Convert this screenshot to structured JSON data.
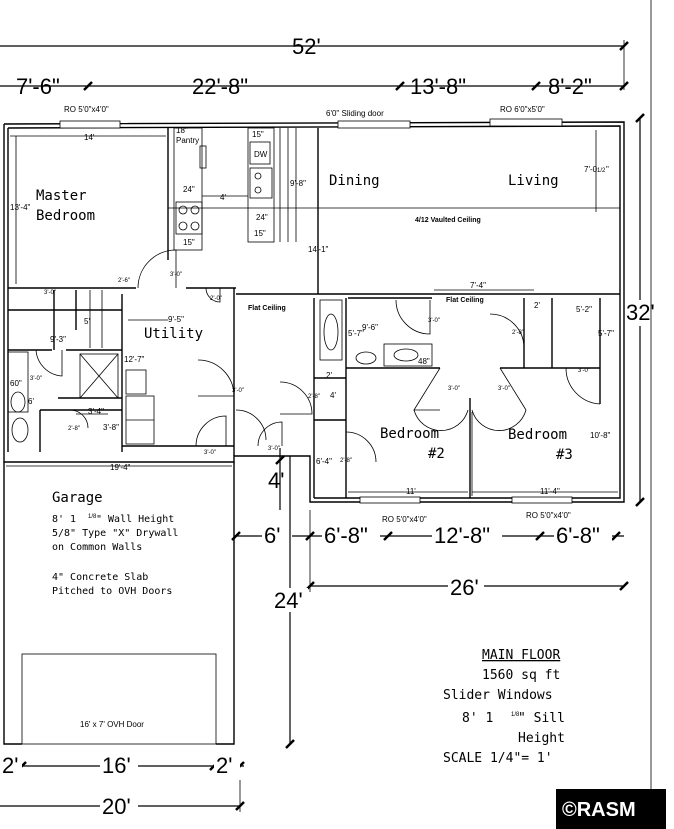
{
  "overall": {
    "width": "52'",
    "depth": "32'",
    "top_segments": [
      "7'-6\"",
      "22'-8\"",
      "13'-8\"",
      "8'-2\""
    ]
  },
  "windows": {
    "master": "RO 5'0\"x4'0\"",
    "slider": "6'0\" Sliding door",
    "living": "RO 6'0\"x5'0\"",
    "bedroom2": "RO 5'0\"x4'0\"",
    "bedroom3": "RO 5'0\"x4'0\""
  },
  "rooms": {
    "master_line1": "Master",
    "master_line2": "Bedroom",
    "dining": "Dining",
    "living": "Living",
    "utility": "Utility",
    "bedroom2_line1": "Bedroom",
    "bedroom2_line2": "#2",
    "bedroom3_line1": "Bedroom",
    "bedroom3_line2": "#3",
    "garage": "Garage",
    "pantry": "Pantry"
  },
  "ceilings": {
    "vaulted": "4/12 Vaulted Ceiling",
    "flat1": "Flat Ceiling",
    "flat2": "Flat Ceiling"
  },
  "interior_dims": {
    "master_w": "14'",
    "master_d": "13'-4\"",
    "pantry": "18\"",
    "counter_15a": "15\"",
    "counter_24a": "24\"",
    "counter_15b": "15\"",
    "counter_24b": "24\"",
    "counter_15c": "15\"",
    "dw": "DW",
    "four": "4'",
    "nine_eight": "9'-8\"",
    "fourteen_one": "14'-1\"",
    "living_h": "7'-0",
    "living_h_frac": "1/2",
    "quote": "\"",
    "seven_four": "7'-4\"",
    "two_six": "2'-6\"",
    "nine_three": "9'-3\"",
    "five": "5'",
    "twelve_seven": "12'-7\"",
    "nine_five": "9'-5\"",
    "nine_six": "9'-6\"",
    "five_seven_a": "5'-7\"",
    "five_two": "5'-2\"",
    "five_seven_b": "5'-7\"",
    "two_a": "2'",
    "two_b": "2'",
    "three_four": "3'-4\"",
    "three_eight": "3'-8\"",
    "six_zero": "60\"",
    "six": "6'",
    "fortyeight": "48\"",
    "four_b": "4'",
    "six_four": "6'-4\"",
    "ten_eight": "10'-8\"",
    "eleven": "11'",
    "eleven_four": "11'-4\"",
    "nineteen_four": "19'-4\"",
    "door_30": "3'-0\"",
    "door_28": "2'-8\"",
    "door_20": "2'-0\"",
    "door_26": "2'-6\""
  },
  "garage_notes": {
    "l1_a": "8' 1",
    "l1_frac": "1/8",
    "l1_b": "\" Wall Height",
    "l2": "5/8\" Type \"X\" Drywall",
    "l3": "on Common Walls",
    "l4": "4\" Concrete Slab",
    "l5": "Pitched to OVH Doors",
    "door": "16' x 7' OVH Door"
  },
  "lower_dims": {
    "four": "4'",
    "six": "6'",
    "bed_segments": [
      "6'-8\"",
      "12'-8\"",
      "6'-8\""
    ],
    "twentysix": "26'",
    "twentyfour": "24'",
    "g_left": "2'",
    "g_mid": "16'",
    "g_right": "2'",
    "g_total": "20'"
  },
  "legend": {
    "title": "MAIN FLOOR",
    "area": "1560 sq ft",
    "windows": "Slider Windows",
    "sill_a": "8' 1",
    "sill_frac": "1/8",
    "sill_b": "\" Sill",
    "height": "Height",
    "scale": "SCALE 1/4\"= 1'"
  },
  "logo": "©RASM",
  "colors": {
    "ink": "#000000",
    "paper": "#ffffff"
  }
}
